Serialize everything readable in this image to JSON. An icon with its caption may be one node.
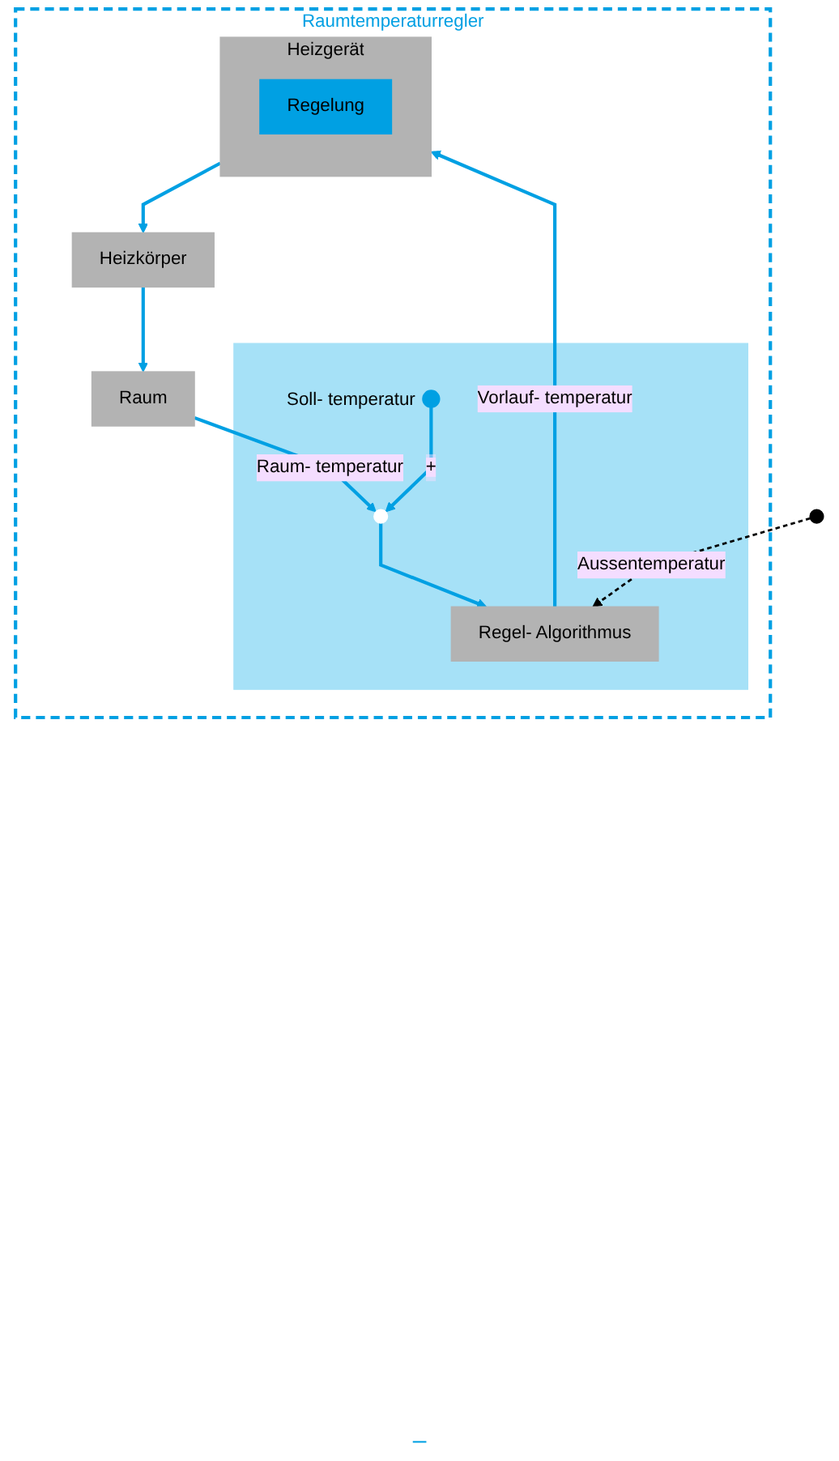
{
  "diagram": {
    "nodes": [
      {
        "text": [
          "Raumtemperaturregler"
        ]
      },
      {
        "text": [],
        "shape": "box",
        "in": 0
      },
      {
        "text": [],
        "shape": "circle",
        "in": 1,
        "beside": [
          "Soll- temperatur"
        ]
      },
      {
        "text": [],
        "shape": "circle",
        "in": 1
      },
      {
        "text": [
          "Regel- Algorithmus"
        ],
        "in": 1
      },
      {
        "text": [
          "Heizgerät"
        ],
        "in": 0
      },
      {
        "text": [
          "Regelung"
        ],
        "in": 5
      },
      {
        "text": [
          "Heizkörper"
        ],
        "in": 0
      },
      {
        "text": [
          "Raum"
        ],
        "in": 0
      },
      {
        "text": [],
        "shape": "circle"
      }
    ],
    "edges": [
      {
        "from": 2,
        "to": 3,
        "arrow": "to",
        "label": "+"
      },
      {
        "from": 3,
        "to": 4,
        "arrow": "to"
      },
      {
        "from": 9,
        "to": 4,
        "arrow": "to",
        "label": "Aussentemperatur",
        "style": "dashed",
        "color": "#000000"
      },
      {
        "from": 4,
        "to": 5,
        "arrow": "to",
        "label": "Vorlauf- temperatur"
      },
      {
        "from": 5,
        "to": 7,
        "arrow": "to"
      },
      {
        "from": 7,
        "to": 8,
        "arrow": "to"
      },
      {
        "from": 8,
        "to": 3,
        "arrow": "to",
        "label": "Raum- temperatur"
      }
    ],
    "labels": [
      "–"
    ]
  }
}
